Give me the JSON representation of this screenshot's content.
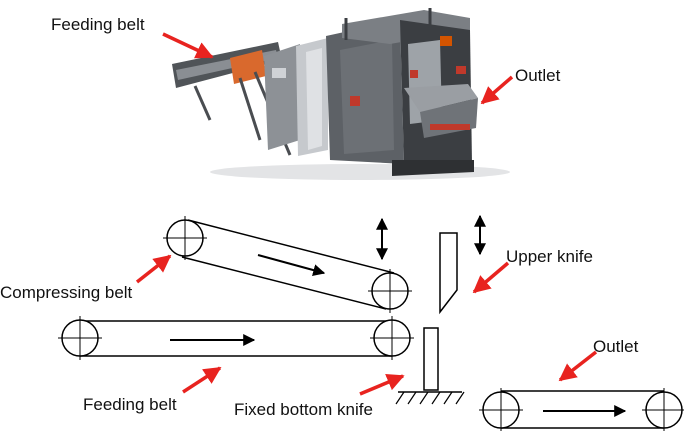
{
  "labels": {
    "top_feeding_belt": "Feeding belt",
    "top_outlet": "Outlet",
    "compressing_belt": "Compressing belt",
    "upper_knife": "Upper knife",
    "feeding_belt": "Feeding belt",
    "fixed_bottom_knife": "Fixed bottom knife",
    "outlet": "Outlet"
  },
  "colors": {
    "arrow": "#e8231f",
    "line": "#000000",
    "machine_dark": "#3b3e42",
    "machine_gray": "#6c7075",
    "machine_light": "#b9bdc2",
    "belt_orange": "#d9692d"
  }
}
